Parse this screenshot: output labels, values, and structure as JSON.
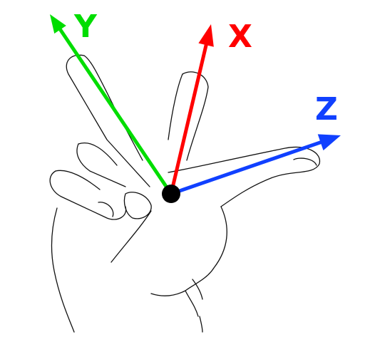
{
  "axes": {
    "x": {
      "label": "X",
      "color": "#ff0000"
    },
    "y": {
      "label": "Y",
      "color": "#00dd00"
    },
    "z": {
      "label": "Z",
      "color": "#1040ff"
    }
  },
  "origin_color": "#000000"
}
